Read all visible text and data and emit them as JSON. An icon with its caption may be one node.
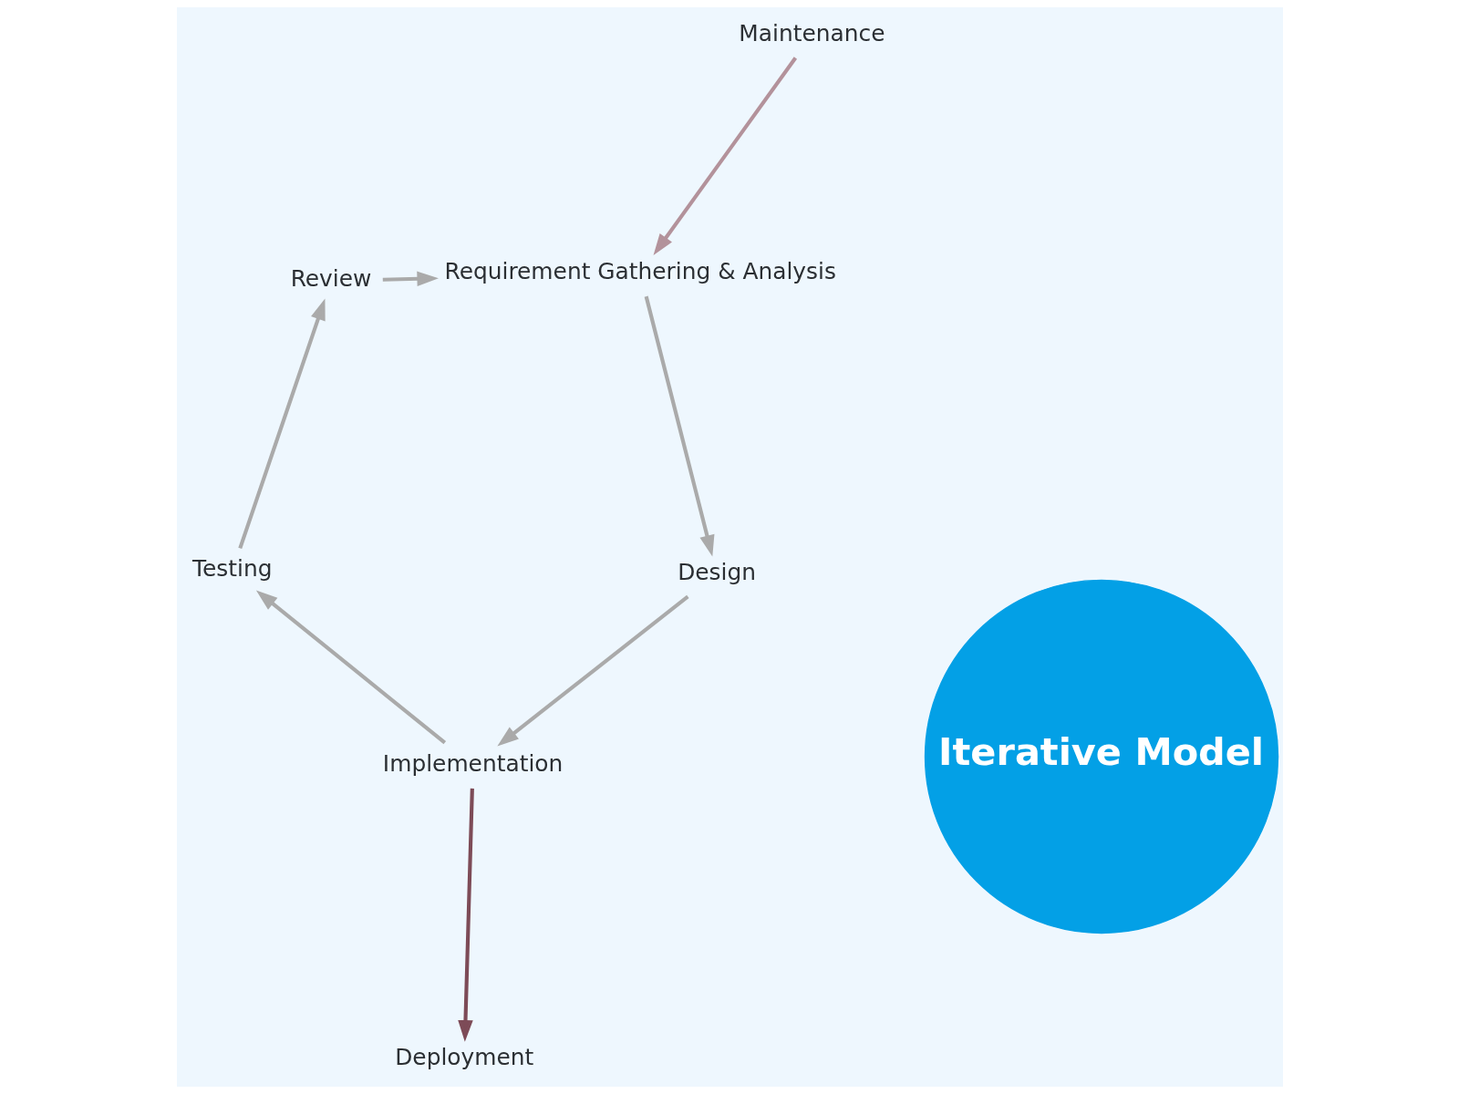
{
  "diagram": {
    "nodes": [
      {
        "text": [
          "Iterative Model"
        ]
      },
      {
        "text": [
          "Requirement Gathering & Analysis"
        ]
      },
      {
        "text": [
          "Design"
        ]
      },
      {
        "text": [
          "Implementation"
        ]
      },
      {
        "text": [
          "Testing"
        ]
      },
      {
        "text": [
          "Review"
        ]
      },
      {
        "text": [
          "Maintenance"
        ]
      },
      {
        "text": [
          "Deployment"
        ]
      }
    ],
    "edges": [
      {
        "from": 1,
        "to": 2,
        "arrow": "to"
      },
      {
        "from": 2,
        "to": 3,
        "arrow": "to"
      },
      {
        "from": 3,
        "to": 4,
        "arrow": "to"
      },
      {
        "from": 4,
        "to": 5,
        "arrow": "to"
      },
      {
        "from": 5,
        "to": 1,
        "arrow": "to"
      },
      {
        "from": 6,
        "to": 1,
        "arrow": "to",
        "color": "#b3929b"
      },
      {
        "from": 3,
        "to": 7,
        "arrow": "to",
        "color": "#7d4b57"
      }
    ]
  }
}
